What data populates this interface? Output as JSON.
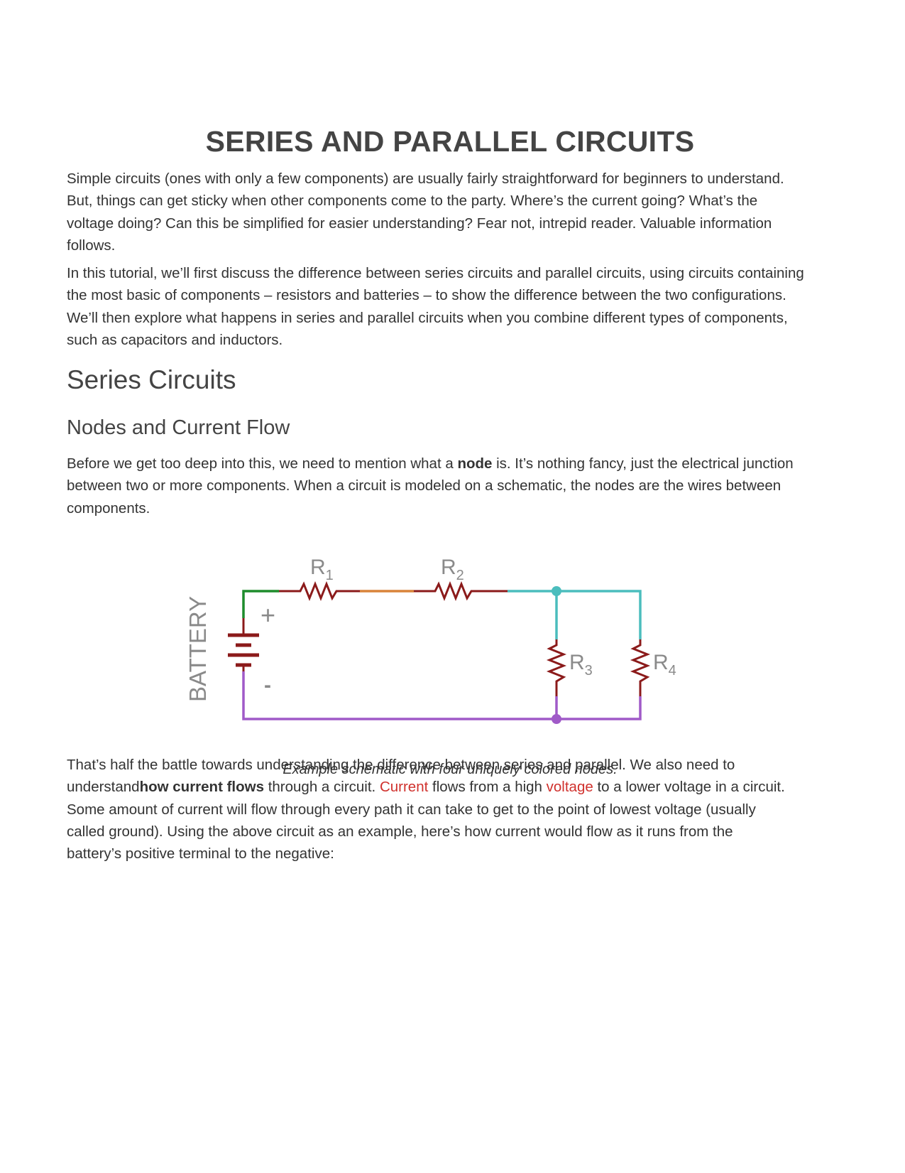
{
  "title": "SERIES AND PARALLEL CIRCUITS",
  "intro": [
    "Simple circuits (ones with only a few components) are usually fairly straightforward for beginners to understand. But, things can get sticky when other components come to the party. Where’s the current going? What’s the voltage doing? Can this be simplified for easier understanding? Fear not, intrepid reader. Valuable information follows.",
    "In this tutorial, we’ll first discuss the difference between series circuits and parallel circuits, using circuits containing the most basic of components – resistors and batteries – to show the difference between the two configurations. We’ll then explore what happens in series and parallel circuits when you combine different types of components, such as capacitors and inductors."
  ],
  "section": {
    "heading": "Series Circuits",
    "subheading": "Nodes and Current Flow",
    "node_para": {
      "before": "Before we get too deep into this, we need to mention what a ",
      "bold": "node",
      "after": " is. It’s nothing fancy, just the electrical junction between two or more components. When a circuit is modeled on a schematic, the nodes are the wires between components."
    },
    "caption": "Example schematic with four uniquely colored nodes.",
    "flow_para": {
      "part1": "That’s half the battle towards understanding the difference between series and parallel. We also need to understand",
      "bold": "how current flows",
      "part2": " through a circuit. ",
      "link1": "Current",
      "part3": " flows from a high ",
      "link2": "voltage",
      "part4": " to a lower voltage in a circuit. Some amount of current will flow through every path it can take to get to the point of lowest voltage (usually called ground). Using the above circuit as an example, here’s how current would flow as it runs from the battery’s positive terminal to the negative:"
    }
  },
  "schematic": {
    "battery_label": "BATTERY",
    "plus": "+",
    "minus": "-",
    "resistors": [
      {
        "name": "R",
        "sub": "1"
      },
      {
        "name": "R",
        "sub": "2"
      },
      {
        "name": "R",
        "sub": "3"
      },
      {
        "name": "R",
        "sub": "4"
      }
    ],
    "colors": {
      "resistor": "#8b1a1a",
      "node_green": "#1e8c2c",
      "node_orange": "#d9843a",
      "node_teal": "#4bbdbd",
      "node_purple": "#a05ac8",
      "label": "#8a8a8a",
      "link": "#d0312d"
    }
  }
}
